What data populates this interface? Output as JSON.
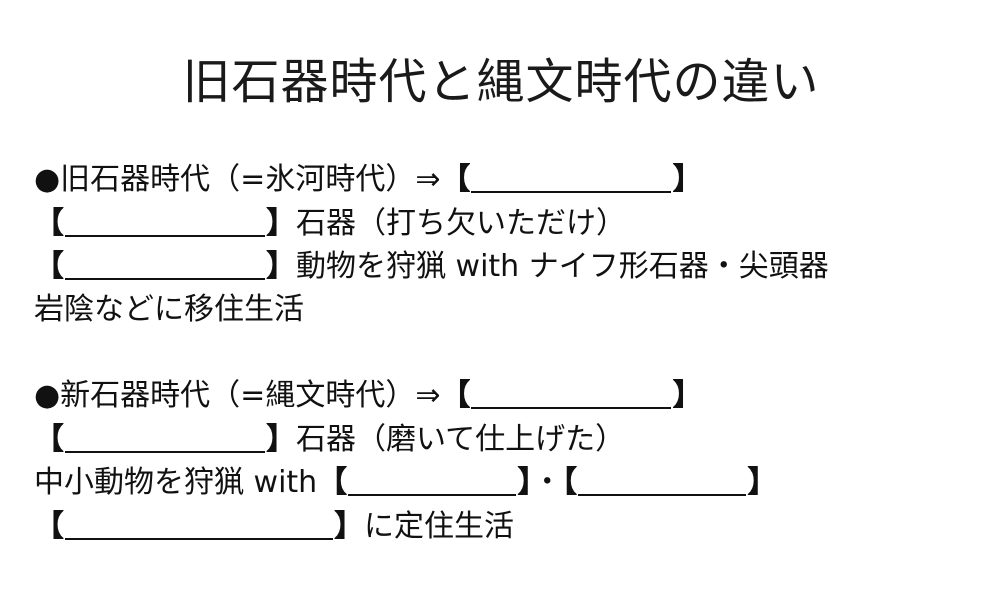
{
  "title": "旧石器時代と縄文時代の違い",
  "bracket_open": "【",
  "bracket_close": "】",
  "paleolithic": {
    "heading": "●旧石器時代（=氷河時代）⇒",
    "tool_text": "石器（打ち欠いただけ）",
    "hunting_text": "動物を狩猟 with ナイフ形石器・尖頭器",
    "dwelling_text": "岩陰などに移住生活"
  },
  "neolithic": {
    "heading": "●新石器時代（=縄文時代）⇒",
    "tool_text": "石器（磨いて仕上げた）",
    "hunting_text": "中小動物を狩猟 with",
    "separator": "・",
    "dwelling_text": "に定住生活"
  }
}
